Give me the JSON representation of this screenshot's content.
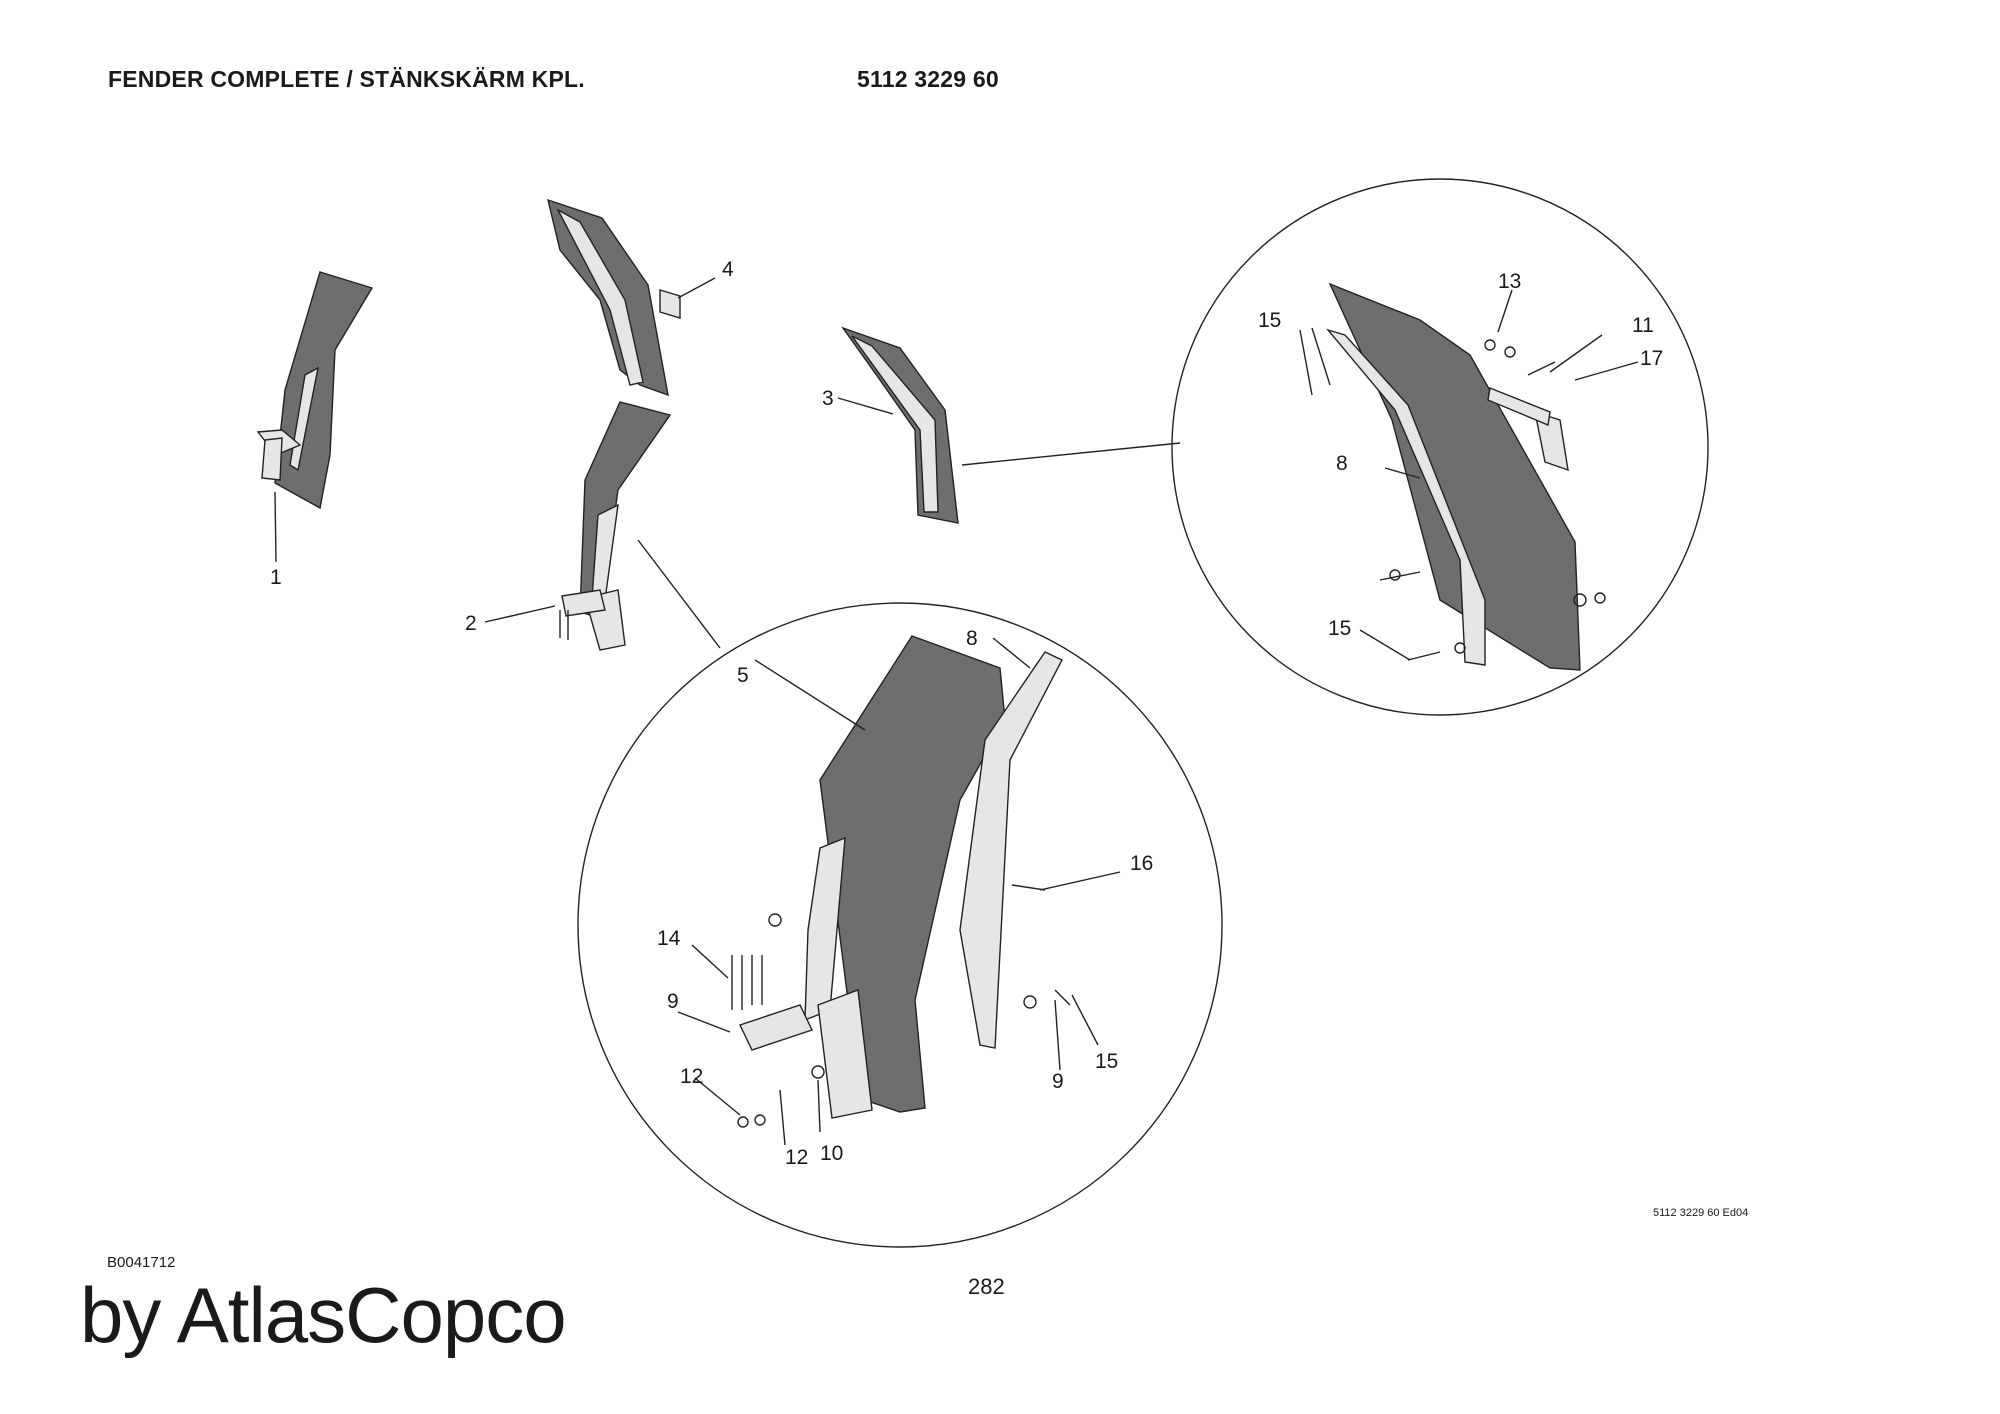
{
  "header": {
    "title": "FENDER COMPLETE / STÄNKSKÄRM KPL.",
    "part_number": "5112 3229 60"
  },
  "callouts": {
    "c1": "1",
    "c2": "2",
    "c3": "3",
    "c4": "4",
    "c5": "5",
    "c8a": "8",
    "c8b": "8",
    "c9a": "9",
    "c9b": "9",
    "c10": "10",
    "c11": "11",
    "c12a": "12",
    "c12b": "12",
    "c13": "13",
    "c14": "14",
    "c15a": "15",
    "c15b": "15",
    "c15c": "15",
    "c16": "16",
    "c17": "17"
  },
  "footer": {
    "edition_ref": "5112 3229 60 Ed04",
    "image_id": "B0041712",
    "page_number": "282",
    "brand": "by AtlasCopco"
  },
  "colors": {
    "fender_fill": "#6e6e6e",
    "bracket_fill": "#e6e6e6",
    "line": "#222222"
  }
}
